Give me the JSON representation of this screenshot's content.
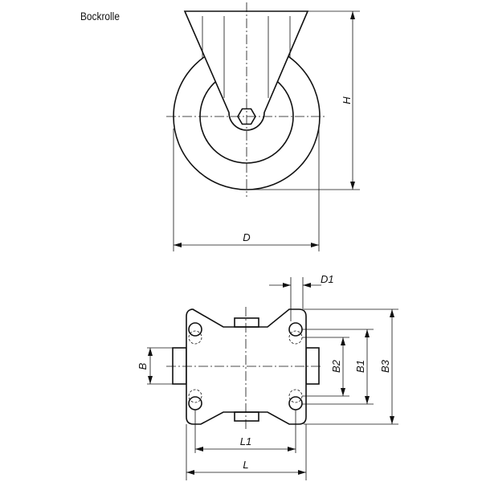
{
  "title": "Bockrolle",
  "dimensions": {
    "H": "H",
    "D": "D",
    "D1": "D1",
    "B": "B",
    "B1": "B1",
    "B2": "B2",
    "B3": "B3",
    "L": "L",
    "L1": "L1"
  }
}
